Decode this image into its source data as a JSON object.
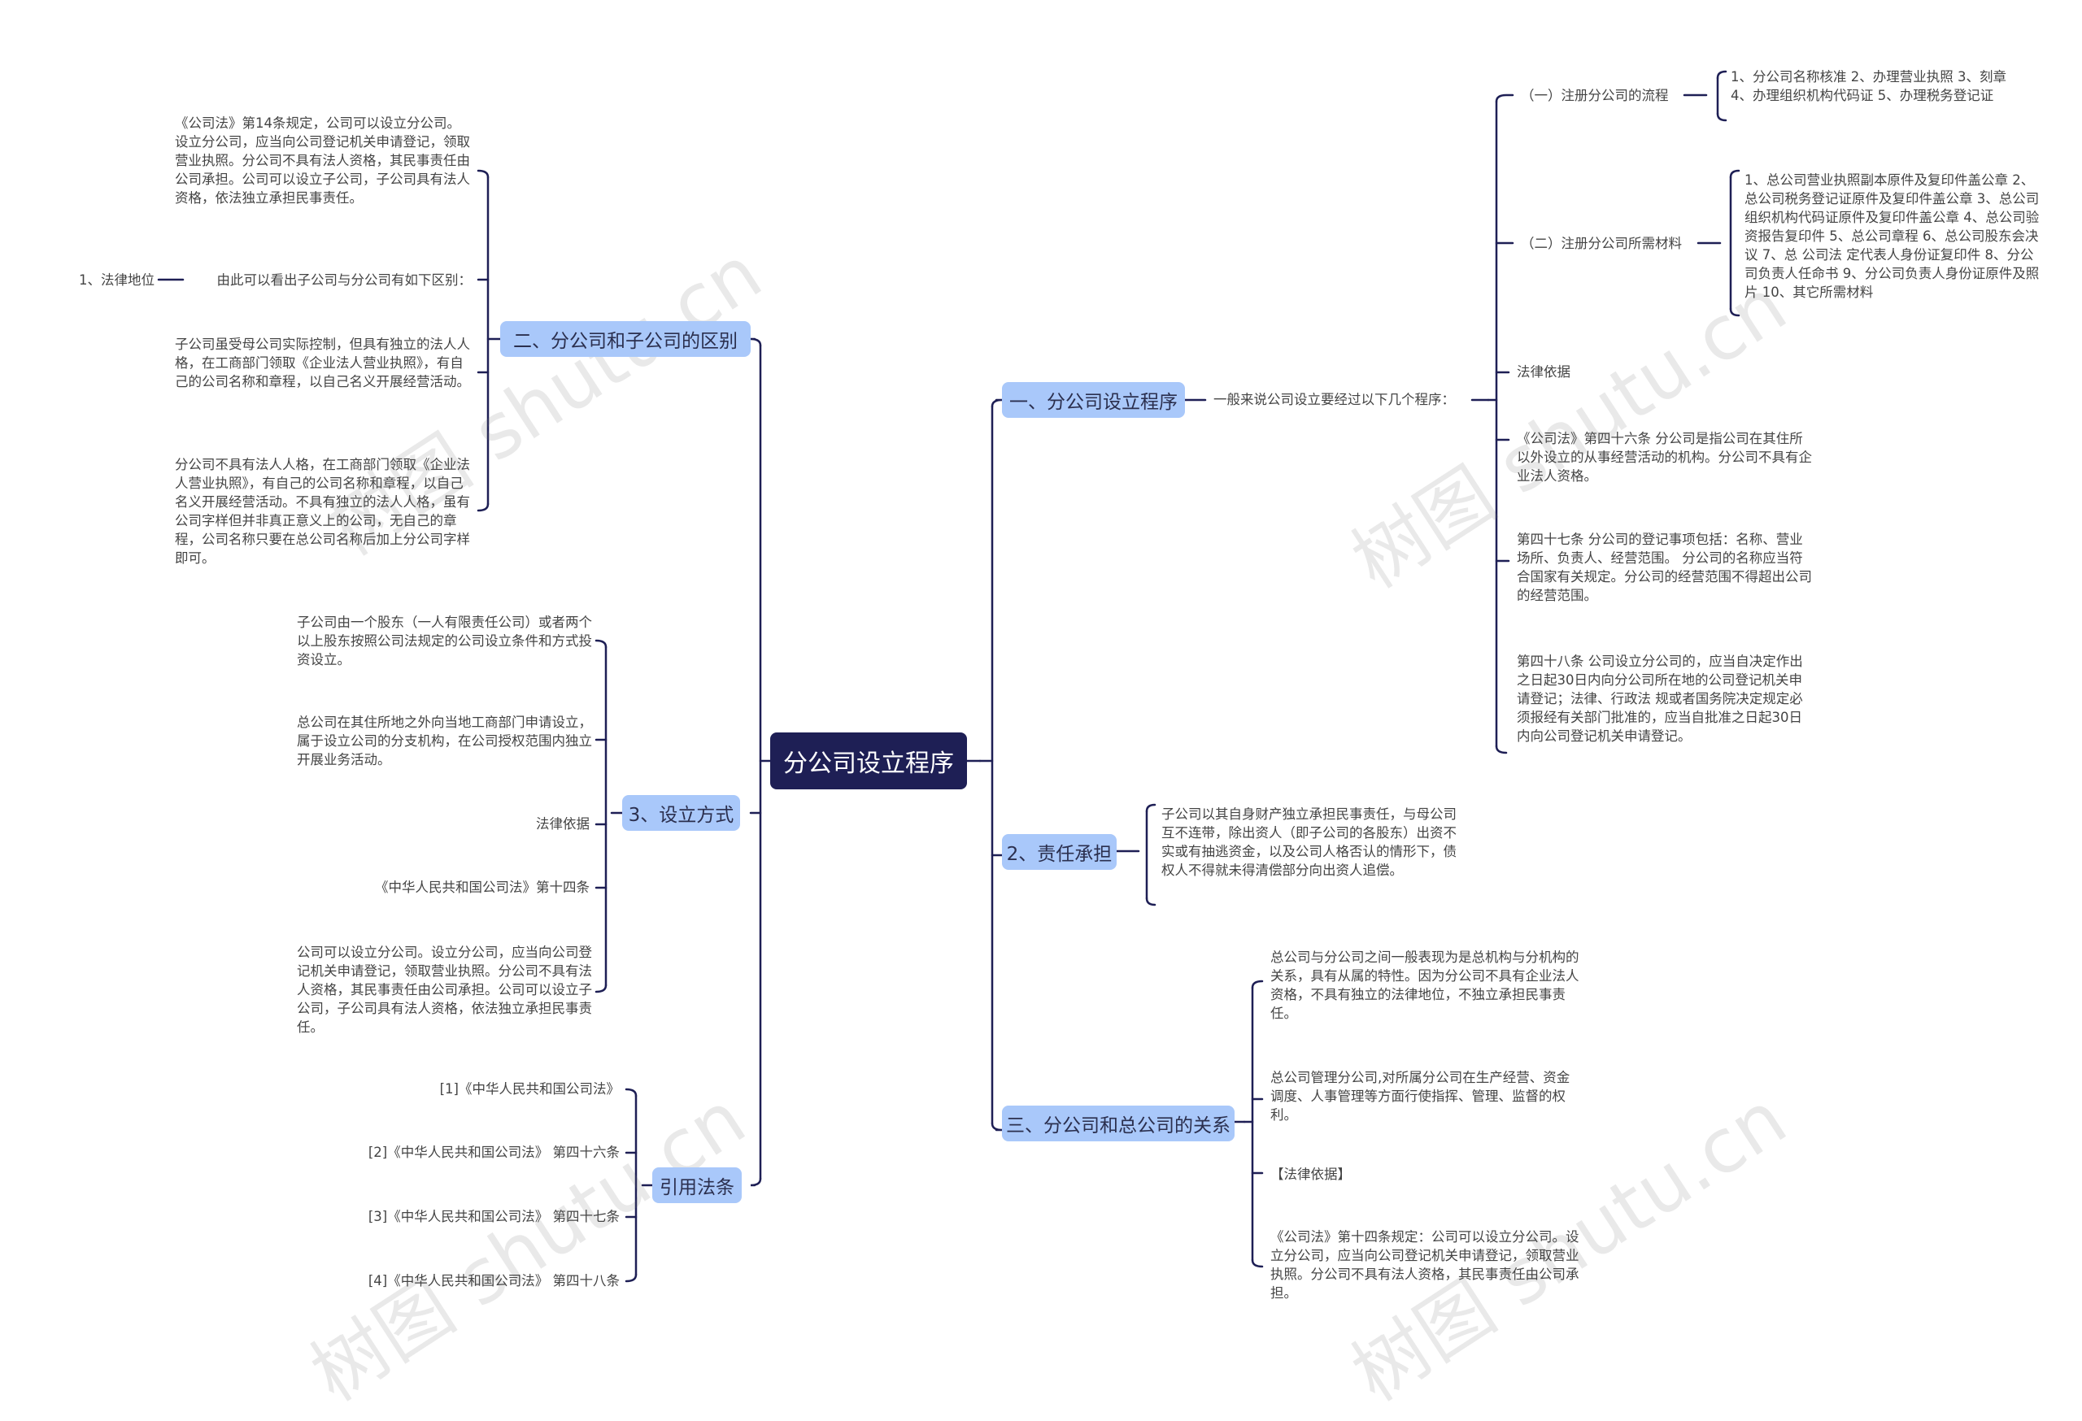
{
  "root": "分公司设立程序",
  "left": {
    "diff": {
      "label": "二、分公司和子公司的区别",
      "t1": "《公司法》第14条规定，公司可以设立分公司。设立分公司，应当向公司登记机关申请登记，领取营业执照。分公司不具有法人资格，其民事责任由公司承担。公司可以设立子公司，子公司具有法人资格，依法独立承担民事责任。",
      "t2": "由此可以看出子公司与分公司有如下区别：",
      "t2_child": "1、法律地位",
      "t3": "子公司虽受母公司实际控制，但具有独立的法人人格，在工商部门领取《企业法人营业执照》，有自己的公司名称和章程，以自己名义开展经营活动。",
      "t4": "分公司不具有法人人格，在工商部门领取《企业法人营业执照》，有自己的公司名称和章程，以自己名义开展经营活动。不具有独立的法人人格，虽有公司字样但并非真正意义上的公司，无自己的章程，公司名称只要在总公司名称后加上分公司字样即可。"
    },
    "method": {
      "label": "3、设立方式",
      "t1": "子公司由一个股东（一人有限责任公司）或者两个以上股东按照公司法规定的公司设立条件和方式投资设立。",
      "t2": "总公司在其住所地之外向当地工商部门申请设立，属于设立公司的分支机构，在公司授权范围内独立开展业务活动。",
      "t3": "法律依据",
      "t4": "《中华人民共和国公司法》第十四条",
      "t5": "公司可以设立分公司。设立分公司，应当向公司登记机关申请登记，领取营业执照。分公司不具有法人资格，其民事责任由公司承担。公司可以设立子公司，子公司具有法人资格，依法独立承担民事责任。"
    },
    "refs": {
      "label": "引用法条",
      "r1": "[1]《中华人民共和国公司法》",
      "r2": "[2]《中华人民共和国公司法》 第四十六条",
      "r3": "[3]《中华人民共和国公司法》 第四十七条",
      "r4": "[4]《中华人民共和国公司法》 第四十八条"
    }
  },
  "right": {
    "proc": {
      "label": "一、分公司设立程序",
      "sub": "一般来说公司设立要经过以下几个程序：",
      "s1_label": "（一）注册分公司的流程",
      "s1_text": "1、分公司名称核准 2、办理营业执照 3、刻章 4、办理组织机构代码证 5、办理税务登记证",
      "s2_label": "（二）注册分公司所需材料",
      "s2_text": "1、总公司营业执照副本原件及复印件盖公章 2、总公司税务登记证原件及复印件盖公章 3、总公司组织机构代码证原件及复印件盖公章 4、总公司验资报告复印件 5、总公司章程 6、总公司股东会决议 7、总 公司法 定代表人身份证复印件 8、分公司负责人任命书 9、分公司负责人身份证原件及照片 10、其它所需材料",
      "s3": "法律依据",
      "s4": "《公司法》第四十六条 分公司是指公司在其住所以外设立的从事经营活动的机构。分公司不具有企业法人资格。",
      "s5": "第四十七条 分公司的登记事项包括：名称、营业场所、负责人、经营范围。 分公司的名称应当符合国家有关规定。分公司的经营范围不得超出公司的经营范围。",
      "s6": "第四十八条 公司设立分公司的，应当自决定作出之日起30日内向分公司所在地的公司登记机关申请登记；法律、行政法 规或者国务院决定规定必须报经有关部门批准的，应当自批准之日起30日内向公司登记机关申请登记。"
    },
    "resp": {
      "label": "2、责任承担",
      "text": "子公司以其自身财产独立承担民事责任，与母公司互不连带，除出资人（即子公司的各股东）出资不实或有抽逃资金，以及公司人格否认的情形下，债权人不得就未得清偿部分向出资人追偿。"
    },
    "rel": {
      "label": "三、分公司和总公司的关系",
      "t1": "总公司与分公司之间一般表现为是总机构与分机构的关系，具有从属的特性。因为分公司不具有企业法人资格，不具有独立的法律地位，不独立承担民事责任。",
      "t2": "总公司管理分公司,对所属分公司在生产经营、资金调度、人事管理等方面行使指挥、管理、监督的权利。",
      "t3": "【法律依据】",
      "t4": "《公司法》第十四条规定：公司可以设立分公司。设立分公司，应当向公司登记机关申请登记，领取营业执照。分公司不具有法人资格，其民事责任由公司承担。"
    }
  },
  "watermark": "树图 shutu.cn",
  "colors": {
    "root_bg": "#1e1f55",
    "branch_bg": "#a9c8fa",
    "line": "#1e1f55"
  }
}
